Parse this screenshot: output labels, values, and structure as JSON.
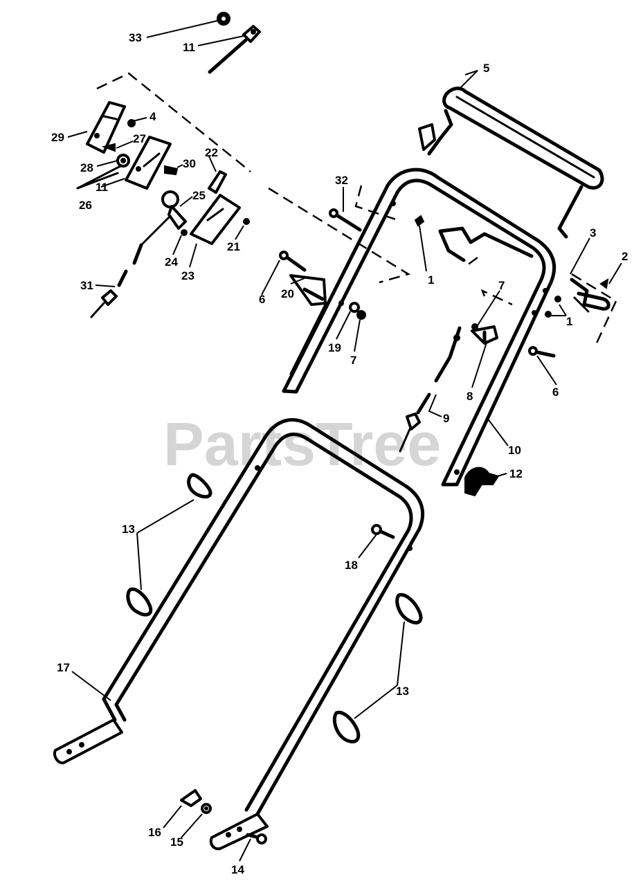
{
  "watermark": "PartsTree",
  "callouts": {
    "c1a": "1",
    "c1b": "1",
    "c2": "2",
    "c3": "3",
    "c4": "4",
    "c5": "5",
    "c6a": "6",
    "c6b": "6",
    "c7a": "7",
    "c7b": "7",
    "c8": "8",
    "c9": "9",
    "c10": "10",
    "c11a": "11",
    "c11b": "11",
    "c12": "12",
    "c13a": "13",
    "c13b": "13",
    "c14": "14",
    "c15": "15",
    "c16": "16",
    "c17": "17",
    "c18": "18",
    "c19": "19",
    "c20": "20",
    "c21": "21",
    "c22": "22",
    "c23": "23",
    "c24": "24",
    "c25": "25",
    "c26": "26",
    "c27": "27",
    "c28": "28",
    "c29": "29",
    "c30": "30",
    "c31": "31",
    "c32": "32",
    "c33": "33"
  }
}
